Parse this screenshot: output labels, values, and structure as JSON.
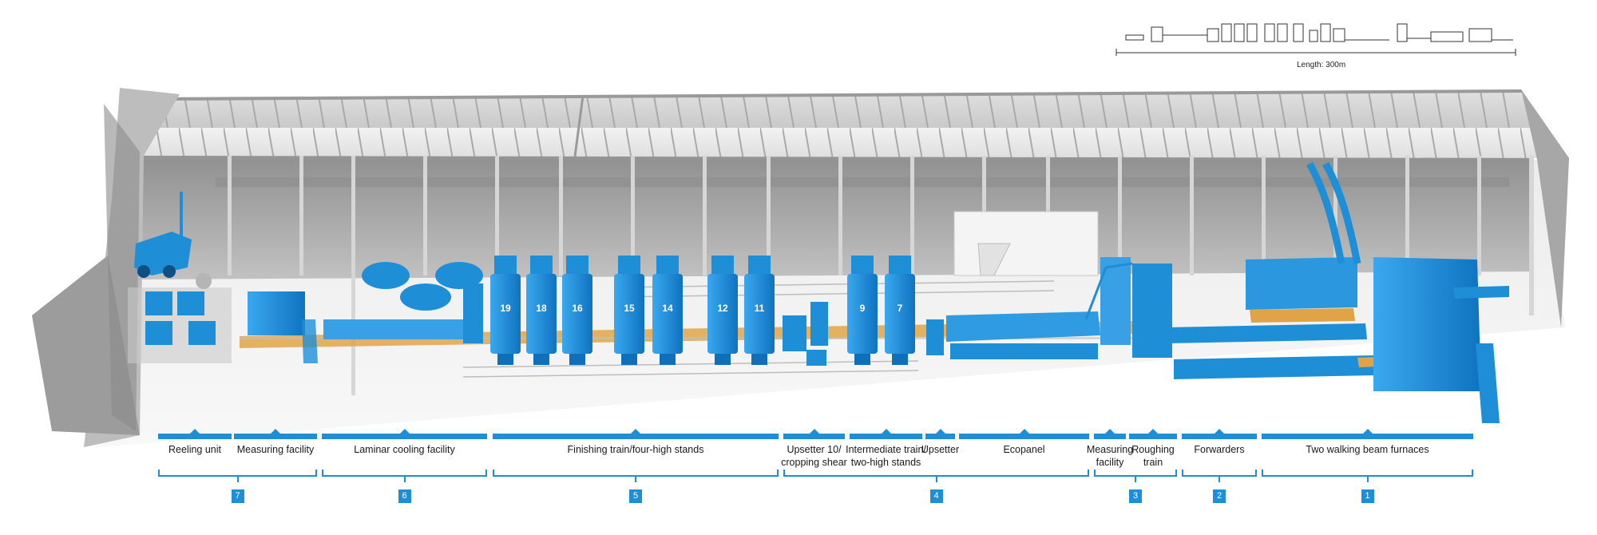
{
  "scale": {
    "length_label": "Length: 300m"
  },
  "stands": [
    "19",
    "18",
    "16",
    "15",
    "14",
    "12",
    "11",
    "9",
    "7"
  ],
  "sections": [
    {
      "id": "reeling-unit",
      "label": "Reeling unit"
    },
    {
      "id": "measuring-facility-1",
      "label": "Measuring facility"
    },
    {
      "id": "laminar-cooling",
      "label": "Laminar cooling facility"
    },
    {
      "id": "finishing-train",
      "label": "Finishing train/four-high stands"
    },
    {
      "id": "upsetter-10",
      "label": "Upsetter 10/\ncropping shear"
    },
    {
      "id": "intermediate-train",
      "label": "Intermediate train/\ntwo-high stands"
    },
    {
      "id": "upsetter",
      "label": "Upsetter"
    },
    {
      "id": "ecopanel",
      "label": "Ecopanel"
    },
    {
      "id": "measuring-facility-2",
      "label": "Measuring\nfacility"
    },
    {
      "id": "roughing-train",
      "label": "Roughing\ntrain"
    },
    {
      "id": "forwarders",
      "label": "Forwarders"
    },
    {
      "id": "walking-beam",
      "label": "Two walking beam furnaces"
    }
  ],
  "groups": [
    "7",
    "6",
    "5",
    "4",
    "3",
    "2",
    "1"
  ],
  "colors": {
    "machine": "#1e8fd6",
    "machine_dark": "#0f6fb8",
    "slab": "#e0a347",
    "roof": "#d9d9d9",
    "frame": "#b5b5b5"
  }
}
